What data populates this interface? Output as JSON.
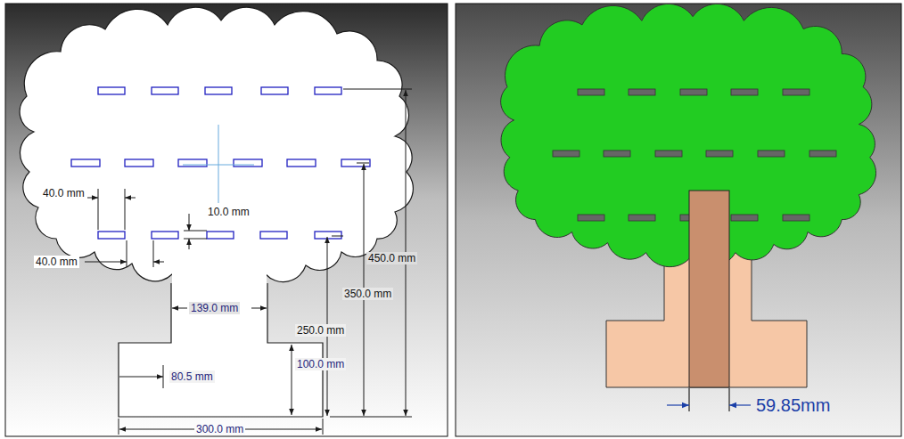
{
  "diagram": {
    "labels": [
      "40.0 mm",
      "10.0 mm",
      "40.0 mm",
      "139.0 mm",
      "80.5 mm",
      "100.0 mm",
      "300.0 mm",
      "250.0 mm",
      "350.0 mm",
      "450.0 mm",
      "59.85mm"
    ]
  }
}
